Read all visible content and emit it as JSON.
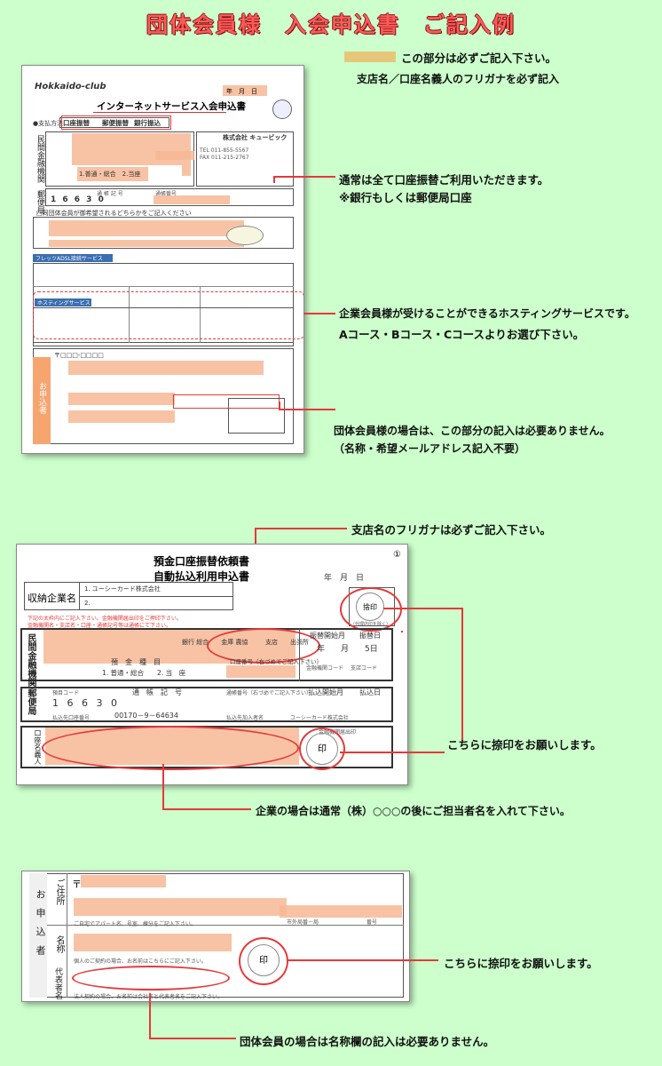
{
  "page": {
    "title": "団体会員様　入会申込書　ご記入例"
  },
  "legend": {
    "required_note": "この部分は必ずご記入下さい。",
    "furigana_note": "支店名／口座名義人のフリガナを必ず記入"
  },
  "annotations": {
    "payment": "通常は全て口座振替ご利用いただきます。",
    "payment_sub": "※銀行もしくは郵便局口座",
    "hosting": "企業会員様が受けることができるホスティングサービスです。",
    "hosting_sub": "Aコース・Bコース・Cコースよりお選び下さい。",
    "group_name": "団体会員様の場合は、この部分の記入は必要ありません。",
    "group_name_sub": "（名称・希望メールアドレス記入不要）",
    "branch_furigana": "支店名のフリガナは必ずご記入下さい。",
    "seal_1": "こちらに捺印をお願いします。",
    "corporate_name": "企業の場合は通常（株）○○○の後にご担当者名を入れて下さい。",
    "seal_2": "こちらに捺印をお願いします。",
    "group_name_field": "団体会員の場合は名称欄の記入は必要ありません。"
  },
  "form1": {
    "logo": "Hokkaido-club",
    "heading": "インターネットサービス入会申込書",
    "date_label": "年　月　日",
    "payment_options": [
      "口座振替",
      "郵便振替",
      "銀行振込"
    ],
    "company": "株式会社 キュービック",
    "postal_code_digits": "1 6 6 3 0",
    "hosting_title": "ホスティングサービス",
    "flets_title": "フレッツADSL接続サービス"
  },
  "form2": {
    "heading_1": "預金口座振替依頼書",
    "heading_2": "自動払込利用申込書",
    "circle_no": "①",
    "date_label": "年　月　日",
    "payee_label": "収納企業名",
    "payee_1": "1. ユーシーカード株式会社",
    "payee_2": "2.",
    "bank_label": "民間金融機関",
    "bank_types": "銀行 総合　　金庫 農協",
    "branch_types": "支店　　出張所",
    "deposit_type_label": "預　金　種　目",
    "deposit_types": "1. 普通・総合　　2. 当　座",
    "account_no_label": "口座番号（右づめでご記入下さい）",
    "transfer_start_label": "振替開始月",
    "transfer_day_label": "振替日",
    "transfer_day": "5日",
    "month_label": "年　　月",
    "bank_code_label": "金融機関コード",
    "branch_code_label": "支店コード",
    "postal_label": "郵便局",
    "postal_code_label": "預目コード",
    "postal_code_digits": "1 6 6 3 0",
    "passbook_no_label": "通　帳　記　号",
    "passbook_id_label": "通帳番号（右づめでご記入下さい）",
    "payment_start_label": "払込開始月",
    "payment_day_label": "払込日",
    "payee_account_label": "払込先口座番号",
    "payee_account": "00170－9－64634",
    "payee_name_label": "払込先加入者名",
    "payee_name": "ユーシーカード株式会社",
    "holder_label": "口座名義人",
    "seal_label": "印",
    "seal_note": "金融機関届出印",
    "seal_top_label": "捨印",
    "seal_sub_note": "（代理店印を除く）"
  },
  "form3": {
    "postal_prefix": "〒",
    "address_label": "ご住所",
    "applicant_label": "お申込者",
    "name_label": "名称",
    "rep_label": "代表者名",
    "seal_label": "印",
    "phone_label": "市外局番－局",
    "phone_label_2": "番号"
  }
}
